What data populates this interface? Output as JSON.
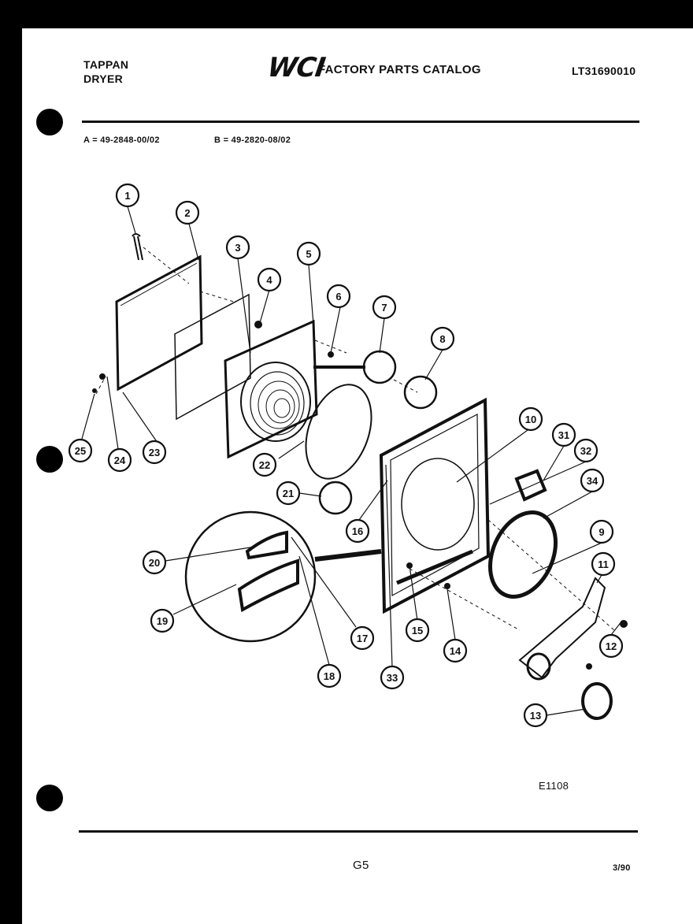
{
  "header": {
    "model_line1": "TAPPAN",
    "model_line2": "DRYER",
    "brand_logo": "WCI",
    "catalog_title": "FACTORY PARTS CATALOG",
    "doc_number": "LT31690010"
  },
  "versions": {
    "a": "A = 49-2848-00/02",
    "b": "B = 49-2820-08/02"
  },
  "callouts": {
    "c1": "1",
    "c2": "2",
    "c3": "3",
    "c4": "4",
    "c5": "5",
    "c6": "6",
    "c7": "7",
    "c8": "8",
    "c9": "9",
    "c10": "10",
    "c11": "11",
    "c12": "12",
    "c13": "13",
    "c14": "14",
    "c15": "15",
    "c16": "16",
    "c17": "17",
    "c18": "18",
    "c19": "19",
    "c20": "20",
    "c21": "21",
    "c22": "22",
    "c23": "23",
    "c24": "24",
    "c25": "25",
    "c31": "31",
    "c32": "32",
    "c33": "33",
    "c34": "34"
  },
  "footer": {
    "drawing_id": "E1108",
    "page": "G5",
    "date": "3/90"
  }
}
